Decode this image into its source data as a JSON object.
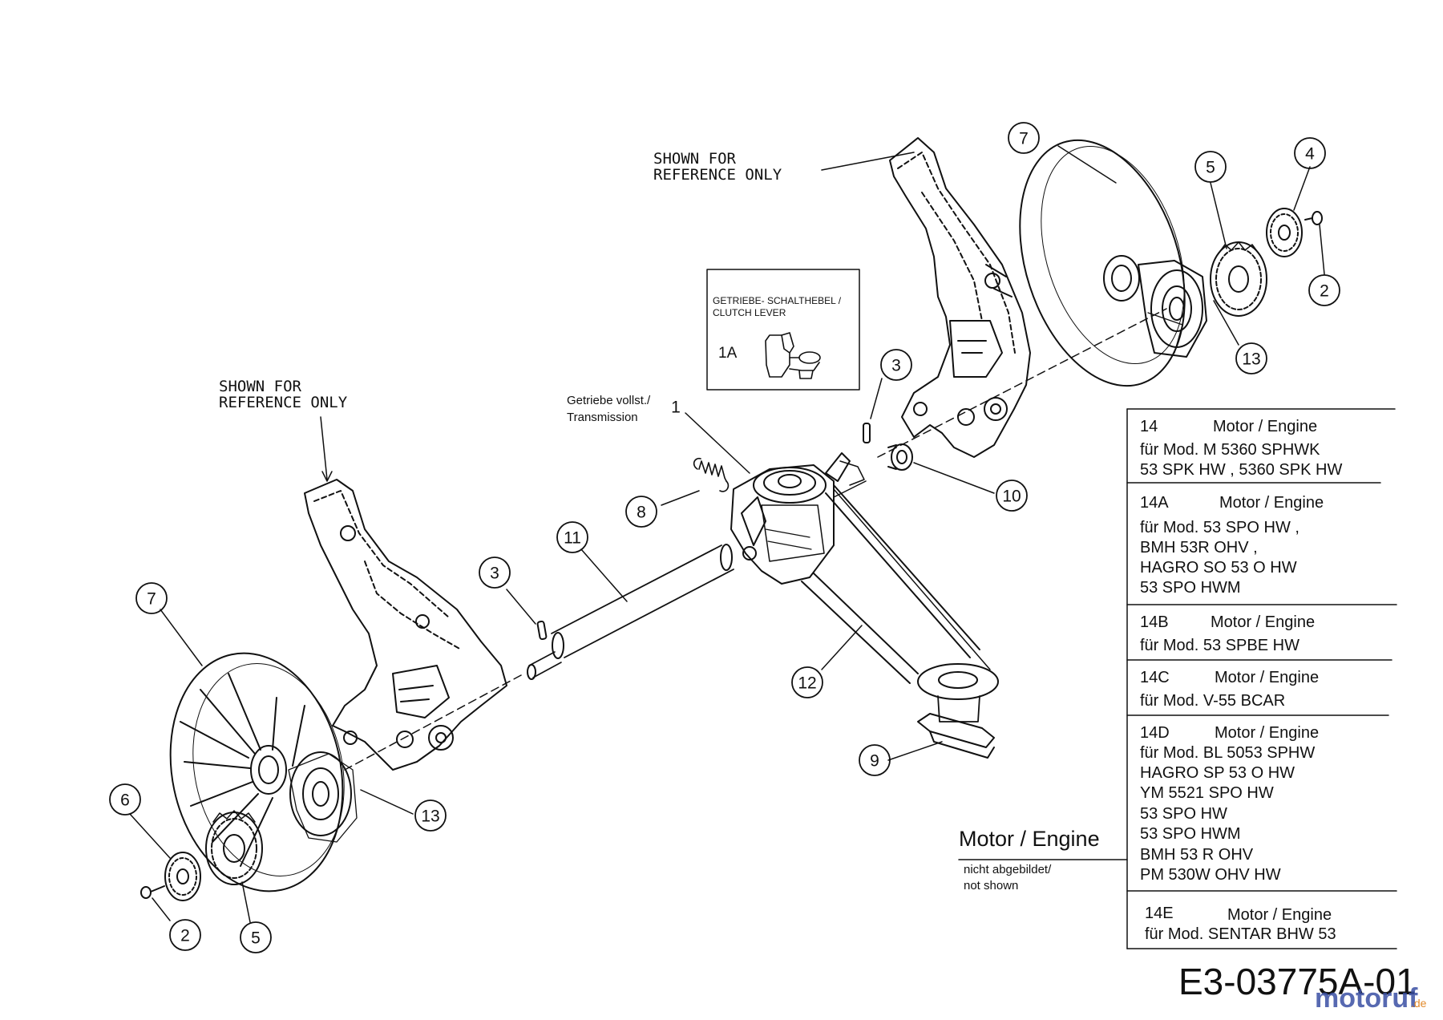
{
  "callouts": {
    "c7_right": "7",
    "c5_right": "5",
    "c4": "4",
    "c2_right": "2",
    "c13_right": "13",
    "c3_top": "3",
    "c10": "10",
    "c1": "1",
    "c8": "8",
    "c11": "11",
    "c3_left": "3",
    "c7_left": "7",
    "c12": "12",
    "c9": "9",
    "c13_left": "13",
    "c6": "6",
    "c2_left": "2",
    "c5_left": "5"
  },
  "notes": {
    "ref_top_line1": "SHOWN FOR",
    "ref_top_line2": "REFERENCE ONLY",
    "ref_left_line1": "SHOWN FOR",
    "ref_left_line2": "REFERENCE ONLY",
    "transmission_line1": "Getriebe vollst./",
    "transmission_line2": "Transmission"
  },
  "inset": {
    "title_line1": "GETRIEBE- SCHALTHEBEL /",
    "title_line2": "CLUTCH LEVER",
    "part_no": "1A"
  },
  "motor_label": {
    "title": "Motor / Engine",
    "sub_line1": "nicht abgebildet/",
    "sub_line2": "not shown"
  },
  "engine_table": [
    {
      "code": "14",
      "name": "Motor / Engine",
      "lines": [
        "für Mod.  M 5360 SPHWK",
        "53 SPK HW , 5360 SPK HW"
      ]
    },
    {
      "code": "14A",
      "name": "Motor / Engine",
      "lines": [
        "für Mod.  53 SPO HW  ,",
        "BMH 53R OHV ,",
        "HAGRO SO 53 O HW",
        "53 SPO HWM"
      ]
    },
    {
      "code": "14B",
      "name": "Motor / Engine",
      "lines": [
        "für Mod.  53 SPBE HW"
      ]
    },
    {
      "code": "14C",
      "name": "Motor / Engine",
      "lines": [
        "für Mod.  V-55 BCAR"
      ]
    },
    {
      "code": "14D",
      "name": "Motor / Engine",
      "lines": [
        "für Mod.  BL 5053 SPHW",
        "HAGRO SP 53 O HW",
        "YM 5521 SPO HW",
        "53 SPO HW",
        "53 SPO HWM",
        "BMH 53 R OHV",
        "PM 530W OHV HW"
      ]
    },
    {
      "code": "14E",
      "name": "Motor / Engine",
      "lines": [
        "für Mod.  SENTAR BHW 53"
      ]
    }
  ],
  "drawing_number": "E3-03775A-01",
  "watermark": "motoruf",
  "watermark_suffix": ".de",
  "colors": {
    "line": "#111111",
    "watermark_blue": "#3a4fa3",
    "watermark_orange": "#e2892a"
  }
}
